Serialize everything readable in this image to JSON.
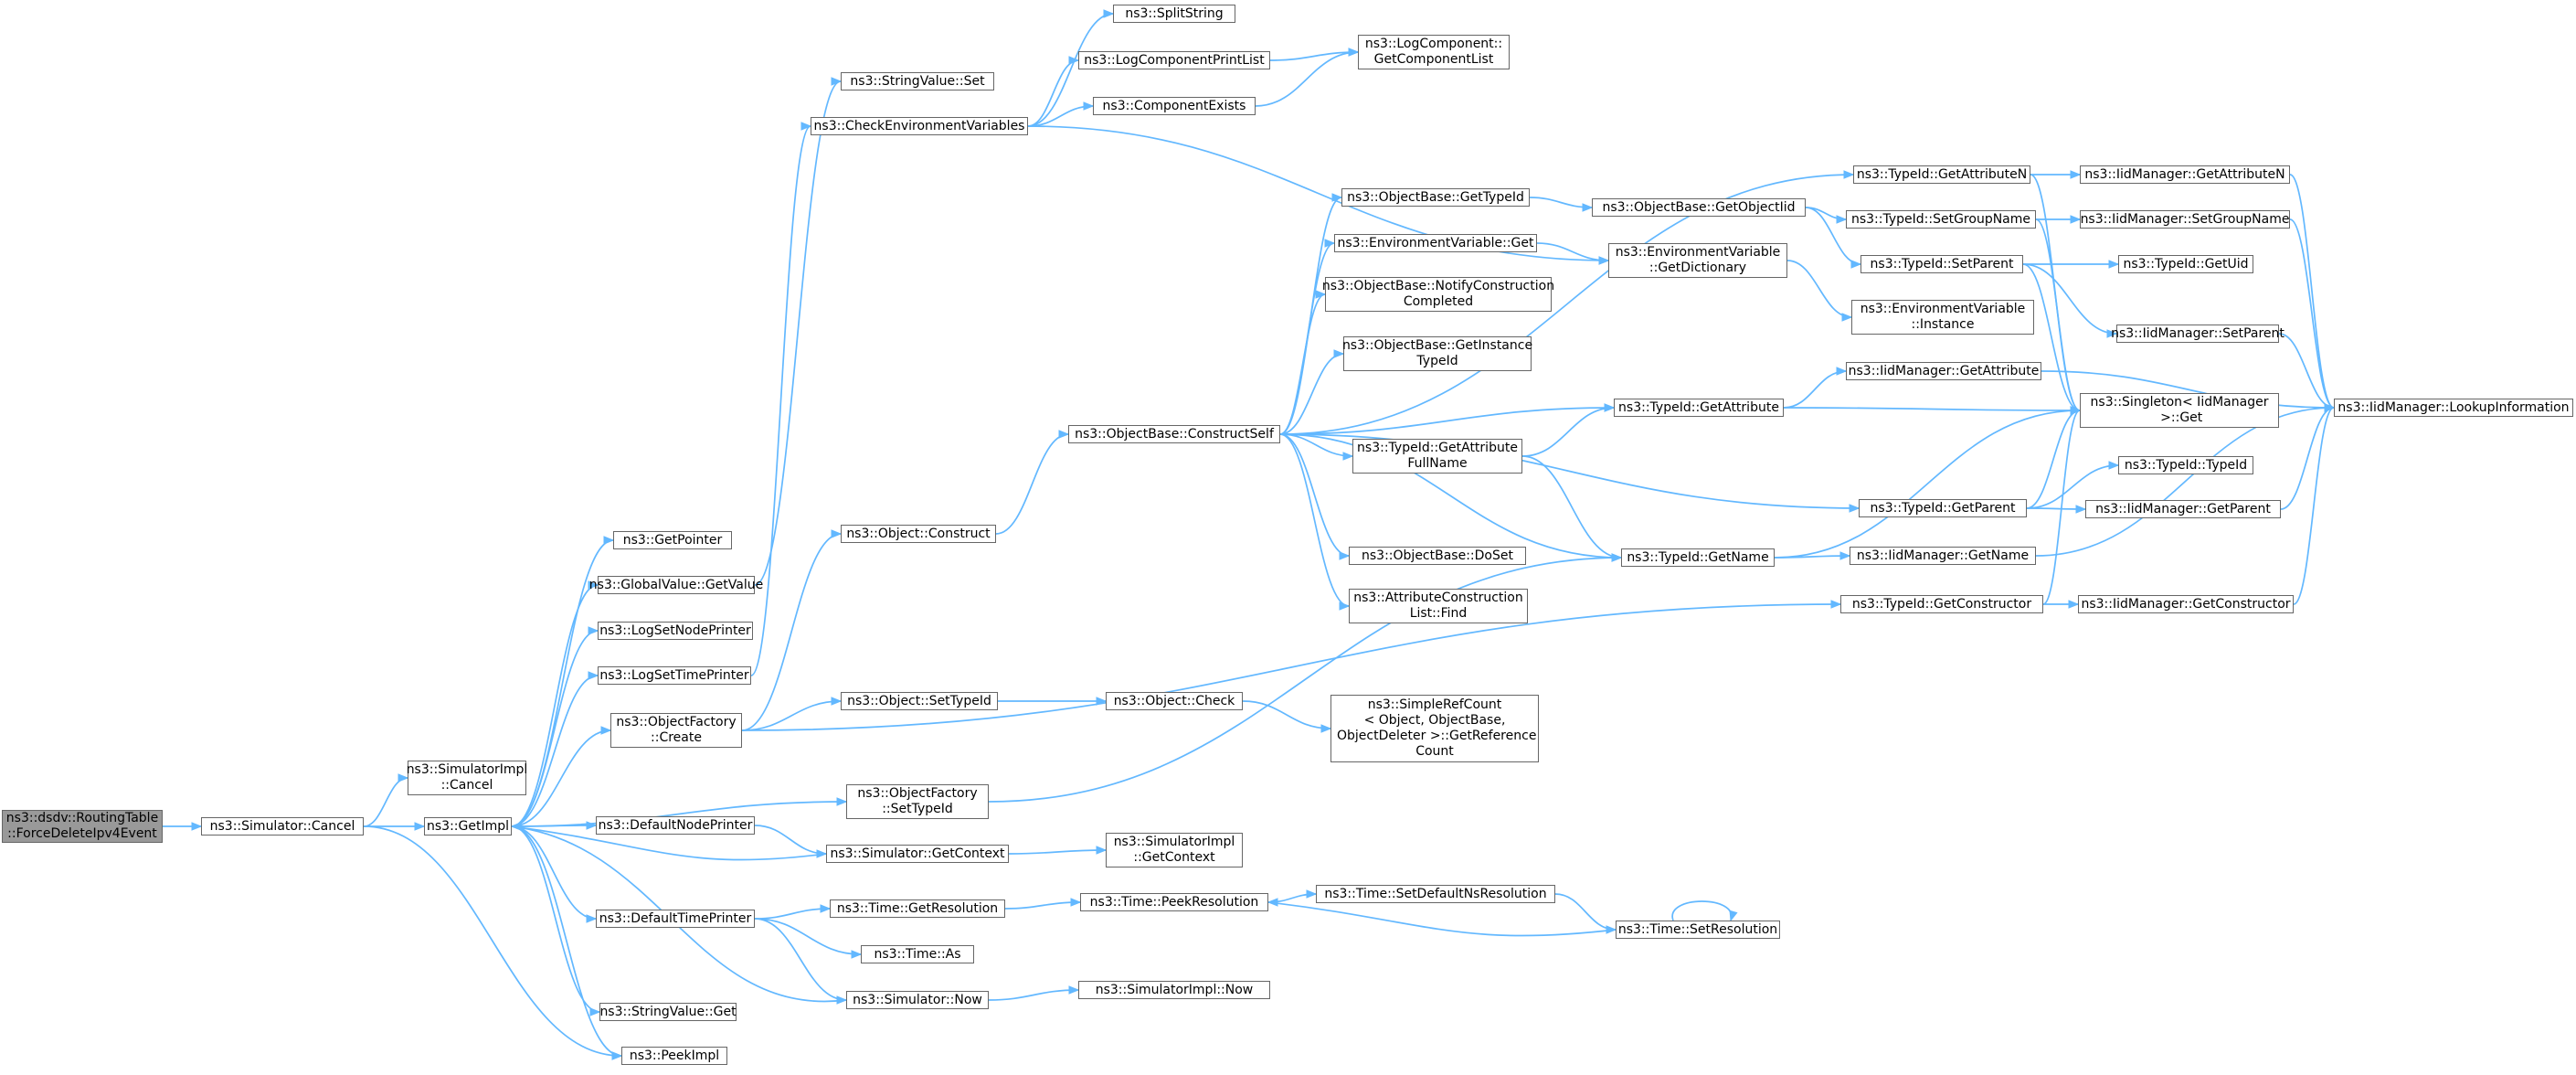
{
  "colors": {
    "edge": "#63b8ff",
    "node_border": "#666666",
    "node_fill": "#ffffff",
    "root_fill": "#999999"
  },
  "nodes": [
    {
      "id": "root",
      "label": "ns3::dsdv::RoutingTable\n::ForceDeleteIpv4Event",
      "root": true
    },
    {
      "id": "simcancel",
      "label": "ns3::Simulator::Cancel"
    },
    {
      "id": "simimplcancel",
      "label": "ns3::SimulatorImpl\n::Cancel"
    },
    {
      "id": "getimpl",
      "label": "ns3::GetImpl"
    },
    {
      "id": "getpointer",
      "label": "ns3::GetPointer"
    },
    {
      "id": "gvgetvalue",
      "label": "ns3::GlobalValue::GetValue"
    },
    {
      "id": "logsetnode",
      "label": "ns3::LogSetNodePrinter"
    },
    {
      "id": "logsettime",
      "label": "ns3::LogSetTimePrinter"
    },
    {
      "id": "ofcreate",
      "label": "ns3::ObjectFactory\n::Create"
    },
    {
      "id": "defnodeprinter",
      "label": "ns3::DefaultNodePrinter"
    },
    {
      "id": "deftimeprinter",
      "label": "ns3::DefaultTimePrinter"
    },
    {
      "id": "svget",
      "label": "ns3::StringValue::Get"
    },
    {
      "id": "peekimpl",
      "label": "ns3::PeekImpl"
    },
    {
      "id": "svset",
      "label": "ns3::StringValue::Set"
    },
    {
      "id": "checkenv",
      "label": "ns3::CheckEnvironmentVariables"
    },
    {
      "id": "objconstruct",
      "label": "ns3::Object::Construct"
    },
    {
      "id": "objsettypeid",
      "label": "ns3::Object::SetTypeId"
    },
    {
      "id": "ofsettypeid",
      "label": "ns3::ObjectFactory\n::SetTypeId"
    },
    {
      "id": "simgetcontext",
      "label": "ns3::Simulator::GetContext"
    },
    {
      "id": "timegetres",
      "label": "ns3::Time::GetResolution"
    },
    {
      "id": "timeas",
      "label": "ns3::Time::As"
    },
    {
      "id": "simnow",
      "label": "ns3::Simulator::Now"
    },
    {
      "id": "splitstring",
      "label": "ns3::SplitString"
    },
    {
      "id": "logcompprint",
      "label": "ns3::LogComponentPrintList"
    },
    {
      "id": "compexists",
      "label": "ns3::ComponentExists"
    },
    {
      "id": "logcompget",
      "label": "ns3::LogComponent::\nGetComponentList"
    },
    {
      "id": "constructself",
      "label": "ns3::ObjectBase::ConstructSelf"
    },
    {
      "id": "objcheck",
      "label": "ns3::Object::Check"
    },
    {
      "id": "simplerefcount",
      "label": "ns3::SimpleRefCount\n< Object, ObjectBase,\n ObjectDeleter >::GetReference\nCount"
    },
    {
      "id": "simimplgetcontext",
      "label": "ns3::SimulatorImpl\n::GetContext"
    },
    {
      "id": "peekres",
      "label": "ns3::Time::PeekResolution"
    },
    {
      "id": "simimplnow",
      "label": "ns3::SimulatorImpl::Now"
    },
    {
      "id": "obgettypeid",
      "label": "ns3::ObjectBase::GetTypeId"
    },
    {
      "id": "envget",
      "label": "ns3::EnvironmentVariable::Get"
    },
    {
      "id": "notifyconstr",
      "label": "ns3::ObjectBase::NotifyConstruction\nCompleted"
    },
    {
      "id": "getinsttypeid",
      "label": "ns3::ObjectBase::GetInstance\nTypeId"
    },
    {
      "id": "getattrfullname",
      "label": "ns3::TypeId::GetAttribute\nFullName"
    },
    {
      "id": "obdoset",
      "label": "ns3::ObjectBase::DoSet"
    },
    {
      "id": "attrconstrfind",
      "label": "ns3::AttributeConstruction\nList::Find"
    },
    {
      "id": "setdefres",
      "label": "ns3::Time::SetDefaultNsResolution"
    },
    {
      "id": "setres",
      "label": "ns3::Time::SetResolution"
    },
    {
      "id": "getobjectiid",
      "label": "ns3::ObjectBase::GetObjectIid"
    },
    {
      "id": "envgetdict",
      "label": "ns3::EnvironmentVariable\n::GetDictionary"
    },
    {
      "id": "tidgetattr",
      "label": "ns3::TypeId::GetAttribute"
    },
    {
      "id": "tidgetname",
      "label": "ns3::TypeId::GetName"
    },
    {
      "id": "tidgetattrn",
      "label": "ns3::TypeId::GetAttributeN"
    },
    {
      "id": "tidsetgroup",
      "label": "ns3::TypeId::SetGroupName"
    },
    {
      "id": "tidsetparent",
      "label": "ns3::TypeId::SetParent"
    },
    {
      "id": "envinstance",
      "label": "ns3::EnvironmentVariable\n::Instance"
    },
    {
      "id": "iidgetattr",
      "label": "ns3::IidManager::GetAttribute"
    },
    {
      "id": "tidgetparent",
      "label": "ns3::TypeId::GetParent"
    },
    {
      "id": "iidgetname",
      "label": "ns3::IidManager::GetName"
    },
    {
      "id": "tidgetconstr",
      "label": "ns3::TypeId::GetConstructor"
    },
    {
      "id": "iidgetattrn",
      "label": "ns3::IidManager::GetAttributeN"
    },
    {
      "id": "iidsetgroup",
      "label": "ns3::IidManager::SetGroupName"
    },
    {
      "id": "tidgetuid",
      "label": "ns3::TypeId::GetUid"
    },
    {
      "id": "iidsetparent",
      "label": "ns3::IidManager::SetParent"
    },
    {
      "id": "singletonget",
      "label": "ns3::Singleton< IidManager\n >::Get"
    },
    {
      "id": "tidtypeid",
      "label": "ns3::TypeId::TypeId"
    },
    {
      "id": "iidgetparent",
      "label": "ns3::IidManager::GetParent"
    },
    {
      "id": "iidgetconstr",
      "label": "ns3::IidManager::GetConstructor"
    },
    {
      "id": "iidlookup",
      "label": "ns3::IidManager::LookupInformation"
    }
  ],
  "edges": [
    [
      "root",
      "simcancel"
    ],
    [
      "simcancel",
      "simimplcancel"
    ],
    [
      "simcancel",
      "getimpl"
    ],
    [
      "simcancel",
      "peekimpl"
    ],
    [
      "getimpl",
      "getpointer"
    ],
    [
      "getimpl",
      "gvgetvalue"
    ],
    [
      "getimpl",
      "logsetnode"
    ],
    [
      "getimpl",
      "logsettime"
    ],
    [
      "getimpl",
      "ofcreate"
    ],
    [
      "getimpl",
      "defnodeprinter"
    ],
    [
      "getimpl",
      "deftimeprinter"
    ],
    [
      "getimpl",
      "svget"
    ],
    [
      "getimpl",
      "peekimpl"
    ],
    [
      "getimpl",
      "ofsettypeid"
    ],
    [
      "gvgetvalue",
      "svset"
    ],
    [
      "logsettime",
      "checkenv"
    ],
    [
      "ofcreate",
      "objconstruct"
    ],
    [
      "ofcreate",
      "objsettypeid"
    ],
    [
      "ofcreate",
      "tidgetconstr"
    ],
    [
      "defnodeprinter",
      "simgetcontext"
    ],
    [
      "deftimeprinter",
      "timegetres"
    ],
    [
      "deftimeprinter",
      "timeas"
    ],
    [
      "deftimeprinter",
      "simnow"
    ],
    [
      "simgetcontext",
      "getimpl"
    ],
    [
      "simgetcontext",
      "simimplgetcontext"
    ],
    [
      "simnow",
      "getimpl"
    ],
    [
      "simnow",
      "simimplnow"
    ],
    [
      "checkenv",
      "splitstring"
    ],
    [
      "checkenv",
      "logcompprint"
    ],
    [
      "checkenv",
      "compexists"
    ],
    [
      "checkenv",
      "envgetdict"
    ],
    [
      "logcompprint",
      "logcompget"
    ],
    [
      "compexists",
      "logcompget"
    ],
    [
      "objconstruct",
      "constructself"
    ],
    [
      "objsettypeid",
      "objcheck"
    ],
    [
      "objcheck",
      "simplerefcount"
    ],
    [
      "ofsettypeid",
      "tidgetname"
    ],
    [
      "timegetres",
      "peekres"
    ],
    [
      "peekres",
      "setdefres"
    ],
    [
      "setdefres",
      "setres"
    ],
    [
      "setres",
      "peekres"
    ],
    [
      "setres",
      "setres"
    ],
    [
      "constructself",
      "obgettypeid"
    ],
    [
      "constructself",
      "envget"
    ],
    [
      "constructself",
      "notifyconstr"
    ],
    [
      "constructself",
      "getinsttypeid"
    ],
    [
      "constructself",
      "tidgetattr"
    ],
    [
      "constructself",
      "getattrfullname"
    ],
    [
      "constructself",
      "obdoset"
    ],
    [
      "constructself",
      "attrconstrfind"
    ],
    [
      "constructself",
      "tidgetname"
    ],
    [
      "constructself",
      "tidgetparent"
    ],
    [
      "constructself",
      "tidgetattrn"
    ],
    [
      "obgettypeid",
      "getobjectiid"
    ],
    [
      "envget",
      "envgetdict"
    ],
    [
      "envgetdict",
      "envinstance"
    ],
    [
      "getobjectiid",
      "tidsetgroup"
    ],
    [
      "getobjectiid",
      "tidsetparent"
    ],
    [
      "getattrfullname",
      "tidgetattr"
    ],
    [
      "getattrfullname",
      "tidgetname"
    ],
    [
      "tidgetattr",
      "iidgetattr"
    ],
    [
      "tidgetattr",
      "singletonget"
    ],
    [
      "tidgetname",
      "iidgetname"
    ],
    [
      "tidgetname",
      "singletonget"
    ],
    [
      "tidgetattrn",
      "iidgetattrn"
    ],
    [
      "tidgetattrn",
      "singletonget"
    ],
    [
      "tidsetgroup",
      "iidsetgroup"
    ],
    [
      "tidsetgroup",
      "singletonget"
    ],
    [
      "tidsetparent",
      "tidgetuid"
    ],
    [
      "tidsetparent",
      "iidsetparent"
    ],
    [
      "tidsetparent",
      "singletonget"
    ],
    [
      "tidgetparent",
      "tidtypeid"
    ],
    [
      "tidgetparent",
      "iidgetparent"
    ],
    [
      "tidgetparent",
      "singletonget"
    ],
    [
      "tidgetconstr",
      "iidgetconstr"
    ],
    [
      "tidgetconstr",
      "singletonget"
    ],
    [
      "iidgetattr",
      "iidlookup"
    ],
    [
      "iidgetname",
      "iidlookup"
    ],
    [
      "iidgetattrn",
      "iidlookup"
    ],
    [
      "iidsetgroup",
      "iidlookup"
    ],
    [
      "iidsetparent",
      "iidlookup"
    ],
    [
      "iidgetparent",
      "iidlookup"
    ],
    [
      "iidgetconstr",
      "iidlookup"
    ]
  ]
}
